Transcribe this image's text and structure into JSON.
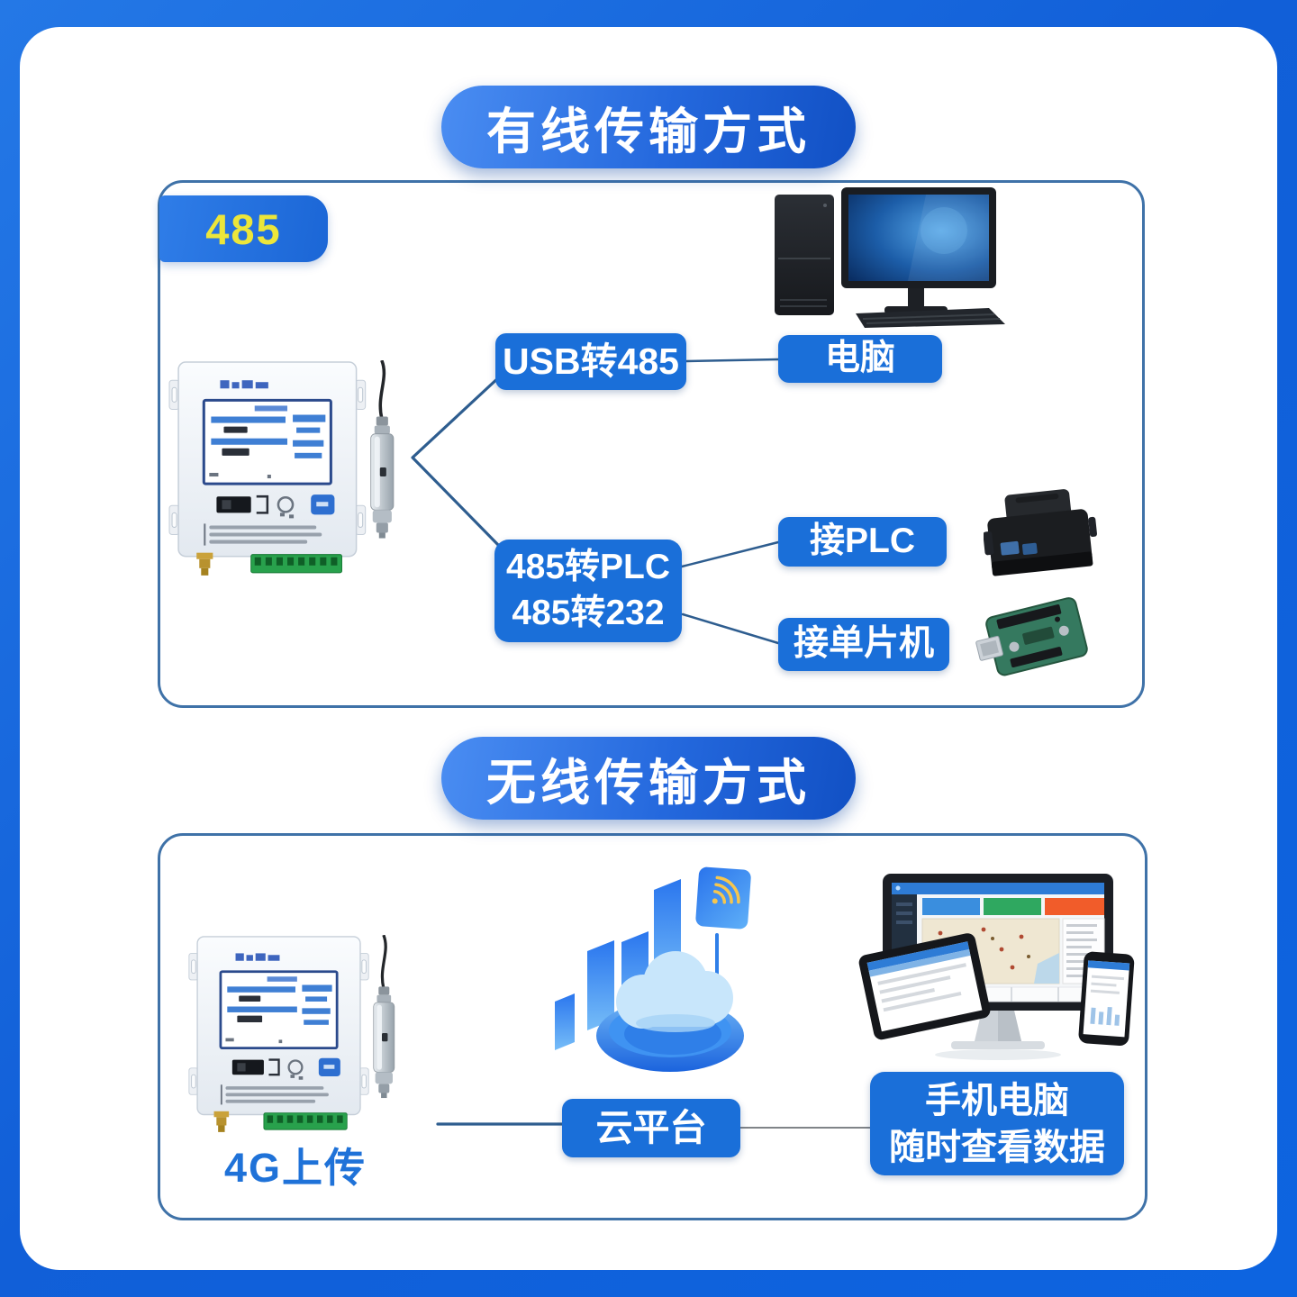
{
  "colors": {
    "background_top": "#2478e6",
    "background_bottom": "#0d64e0",
    "node_blue": "#1a6fd9",
    "box_border_blue": "#3f72a8",
    "connector_blue": "#2e5d8f",
    "tag_yellow": "#ece63a",
    "upload_text_blue": "#1f72d8"
  },
  "wired": {
    "header": "有线传输方式",
    "tag": "485",
    "usb_converter": "USB转485",
    "computer": "电脑",
    "converter_line1": "485转PLC",
    "converter_line2": "485转232",
    "plc": "接PLC",
    "mcu": "接单片机"
  },
  "wireless": {
    "header": "无线传输方式",
    "upload_label": "4G上传",
    "cloud": "云平台",
    "view_line1": "手机电脑",
    "view_line2": "随时查看数据"
  },
  "icons": {
    "device": "telemetry-controller-with-probe-icon",
    "computer": "desktop-pc-icon",
    "plc": "plc-module-icon",
    "mcu": "microcontroller-board-icon",
    "cloud": "cloud-platform-icon",
    "wifi": "wifi-card-icon",
    "multi_device": "monitor-tablet-phone-icon"
  }
}
